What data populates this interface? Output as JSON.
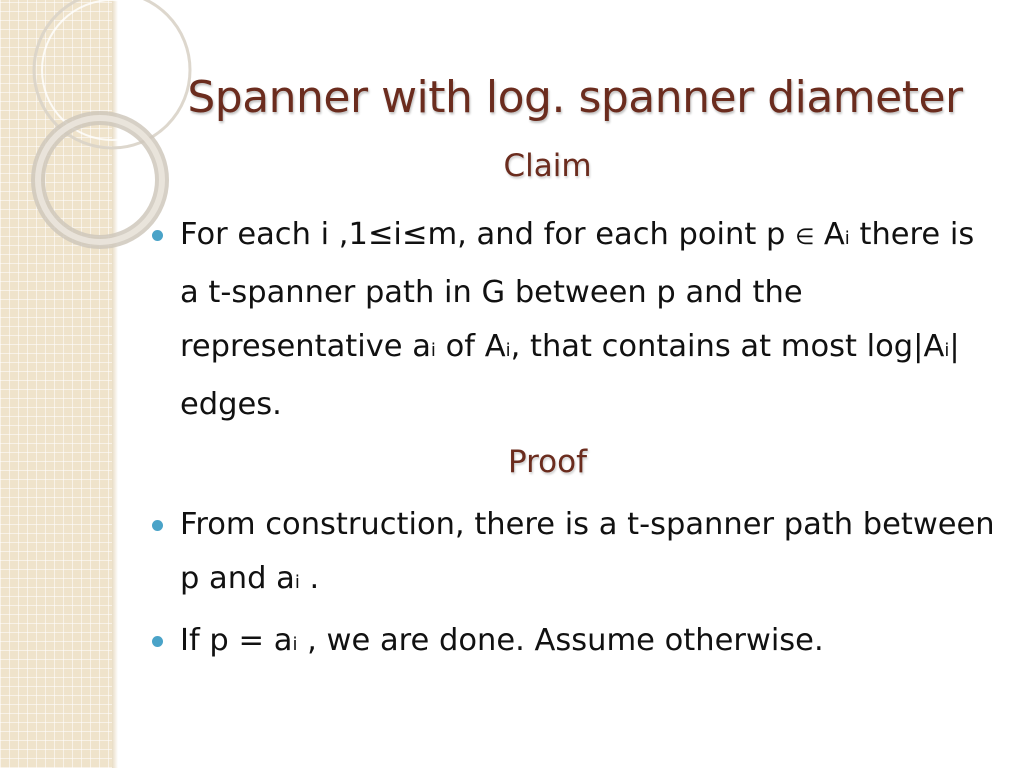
{
  "slide": {
    "title": "Spanner with log. spanner diameter",
    "claim_heading": "Claim",
    "proof_heading": "Proof",
    "bullet1": {
      "part1": "For each i ,1≤i≤m, and for each point p ",
      "elem_symbol": "∈",
      "part2": " A",
      "sub1": "i",
      "part3": " there is a t-spanner path in G between p and the representative a",
      "sub2": "i",
      "part4": " of A",
      "sub3": "i",
      "part5": ", that contains at most log|A",
      "sub4": "i",
      "part6": "| edges."
    },
    "bullet2": {
      "part1": "From construction, there is a t-spanner path between p and a",
      "sub1": "i",
      "part2": " ."
    },
    "bullet3": {
      "part1": "If p = a",
      "sub1": "i",
      "part2": " , we are done. Assume otherwise."
    }
  },
  "colors": {
    "title": "#6b2c1e",
    "bullet": "#4aa3c8",
    "side_panel": "#efe3cb"
  }
}
